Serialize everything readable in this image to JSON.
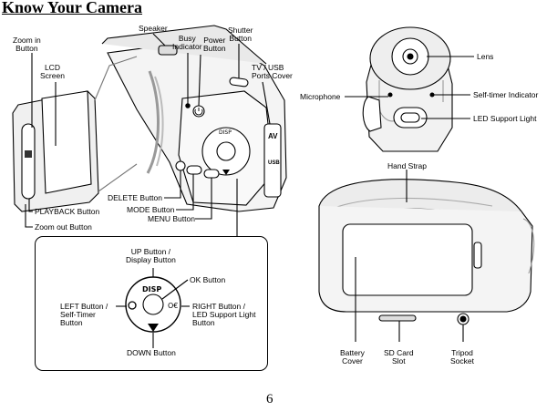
{
  "title": "Know Your Camera",
  "page_number": "6",
  "camera_left": {
    "zoom_in": [
      "Zoom in",
      "Button"
    ],
    "lcd": [
      "LCD",
      "Screen"
    ],
    "speaker": "Speaker",
    "busy": [
      "Busy",
      "Indicator"
    ],
    "power": [
      "Power",
      "Button"
    ],
    "shutter": [
      "Shutter",
      "Button"
    ],
    "tv_usb": [
      "TV / USB",
      "Ports Cover"
    ],
    "playback": "PLAYBACK Button",
    "zoom_out": "Zoom out Button",
    "delete": "DELETE Button",
    "mode": "MODE Button",
    "menu": "MENU Button"
  },
  "detail": {
    "up": [
      "UP Button /",
      "Display Button"
    ],
    "ok": "OK Button",
    "left": [
      "LEFT Button /",
      "Self-Timer",
      "Button"
    ],
    "right": [
      "RIGHT Button /",
      "LED Support Light",
      "Button"
    ],
    "down": "DOWN Button",
    "disp": "DISP"
  },
  "front_view": {
    "lens": "Lens",
    "microphone": "Microphone",
    "self_timer": "Self-timer Indicator",
    "led": "LED Support Light"
  },
  "back_view": {
    "hand_strap": "Hand Strap",
    "battery": [
      "Battery",
      "Cover"
    ],
    "sd": [
      "SD Card",
      "Slot"
    ],
    "tripod": [
      "Tripod",
      "Socket"
    ]
  },
  "body_labels": {
    "av": "AV",
    "usb": "USB"
  }
}
